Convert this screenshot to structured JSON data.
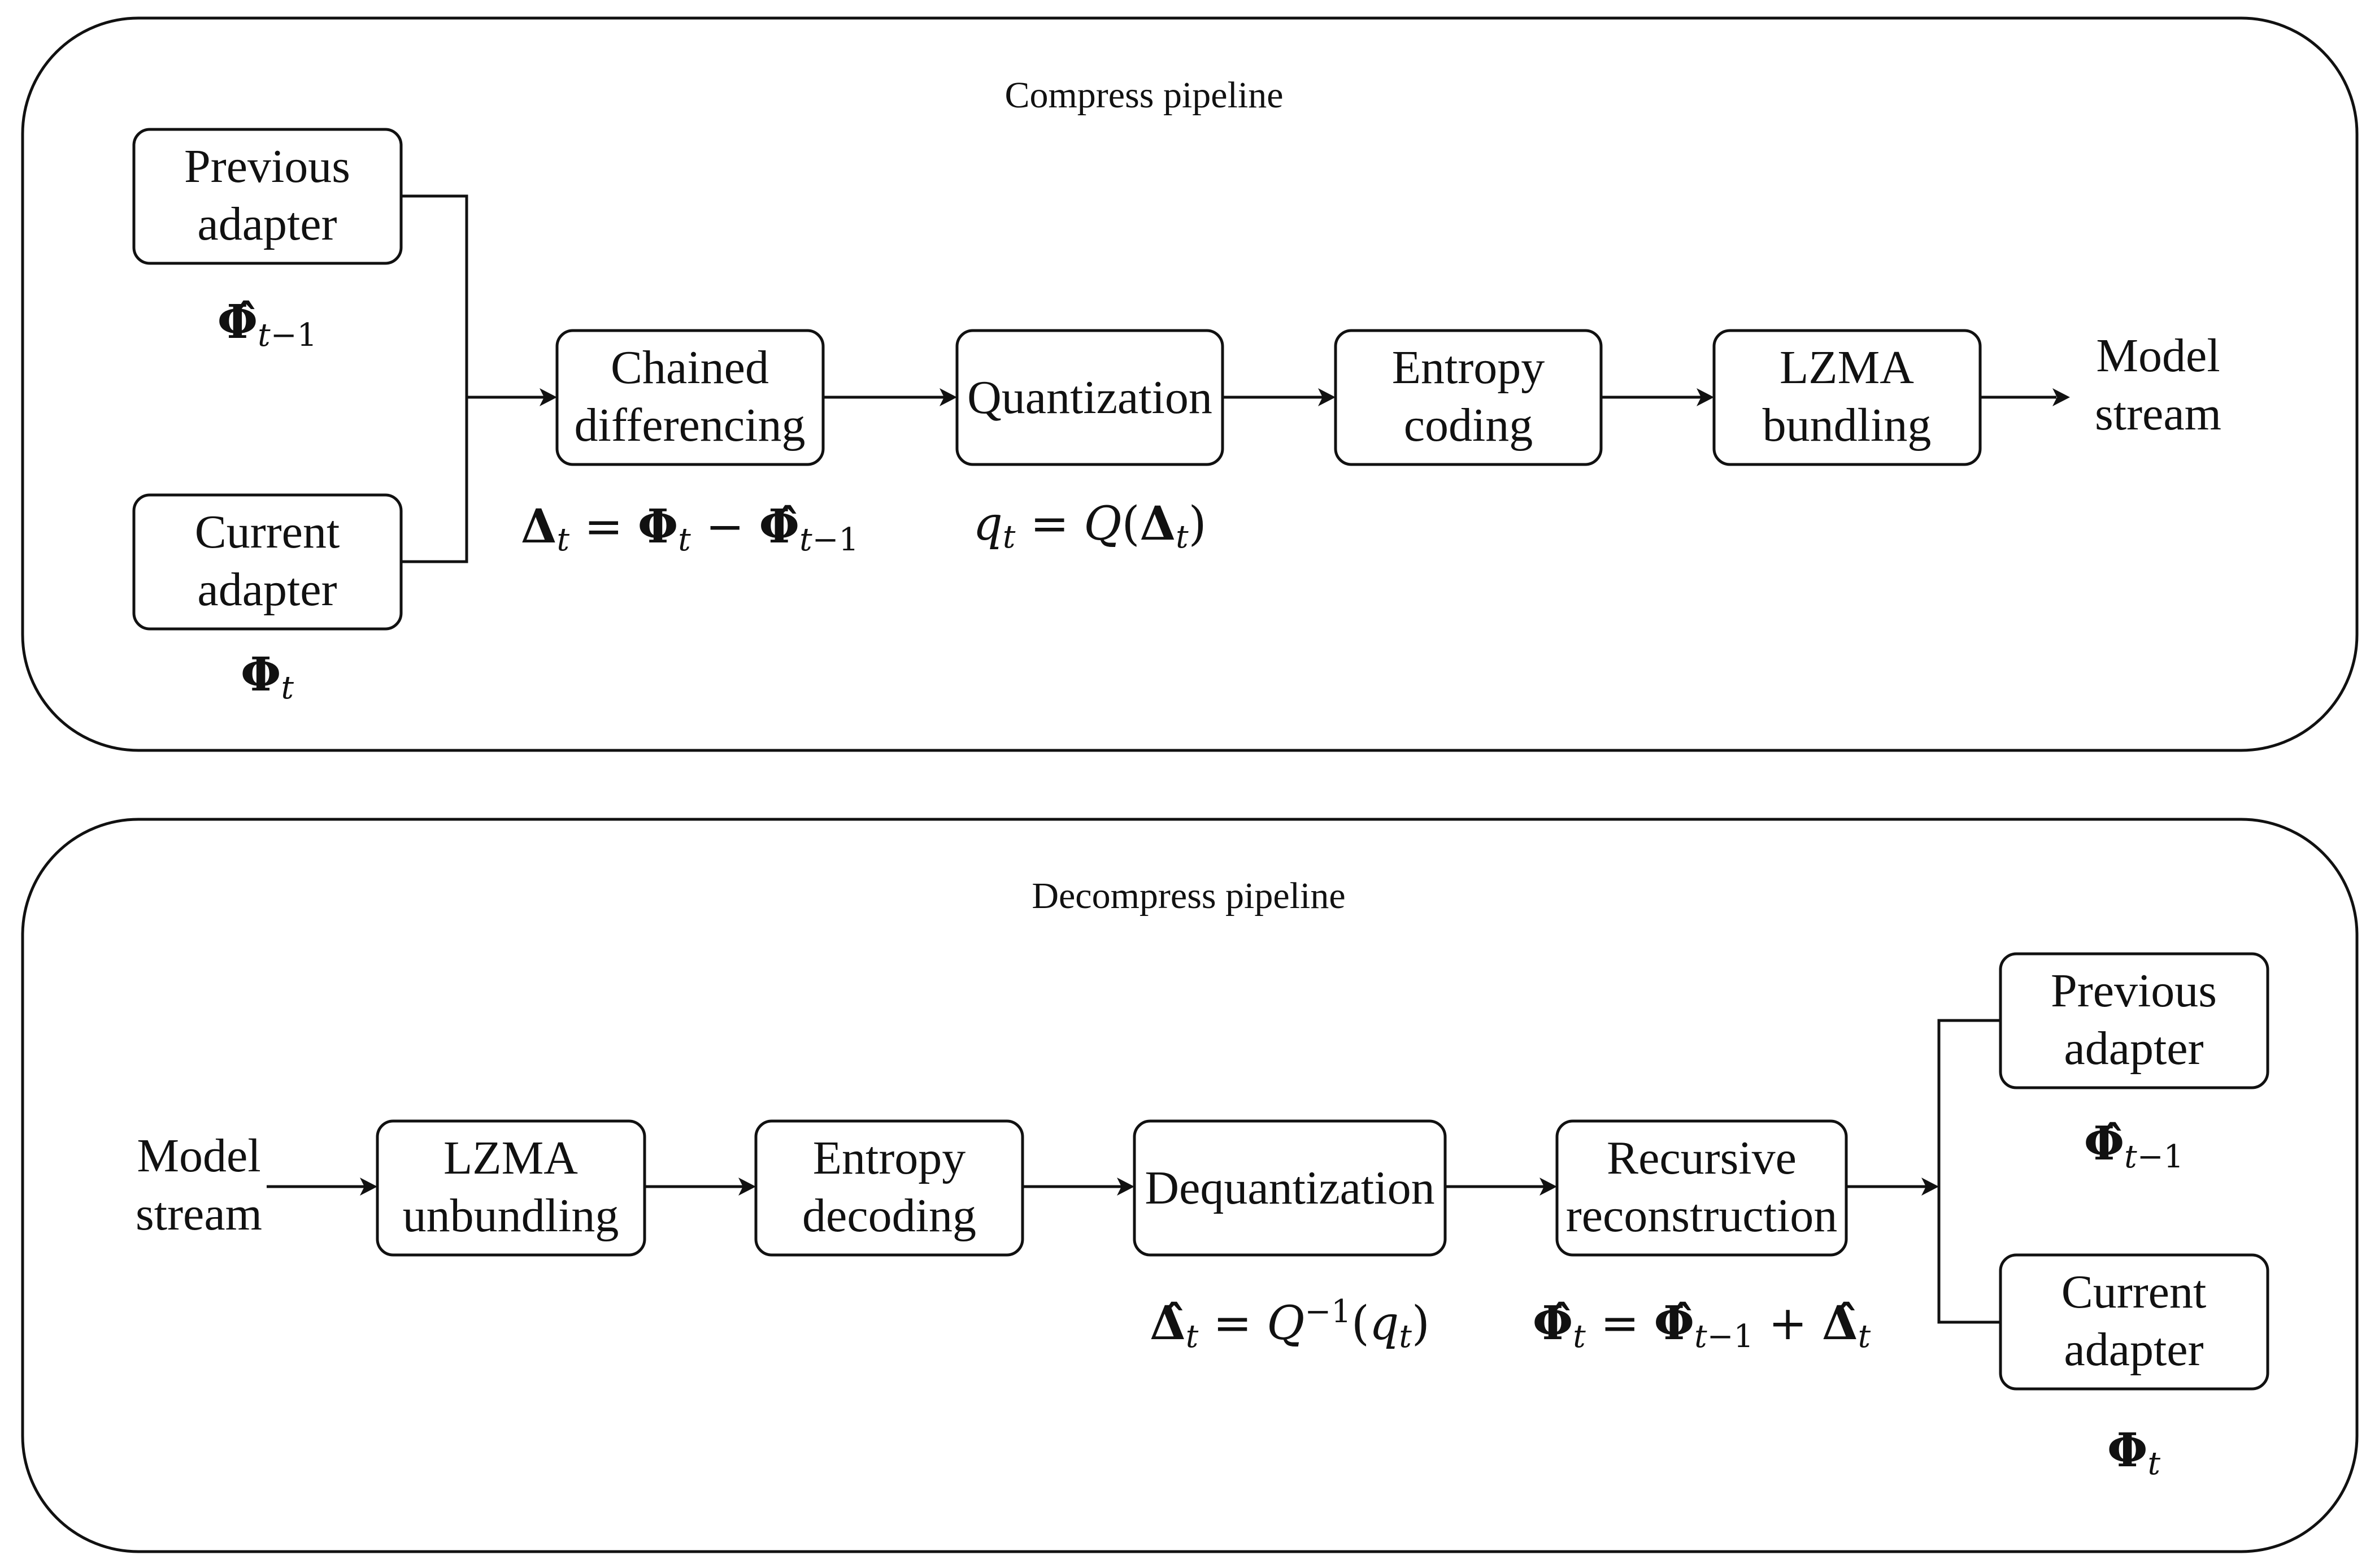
{
  "compress": {
    "title": "Compress pipeline",
    "previous_adapter": {
      "line1": "Previous",
      "line2": "adapter"
    },
    "current_adapter": {
      "line1": "Current",
      "line2": "adapter"
    },
    "chained_differencing": {
      "line1": "Chained",
      "line2": "differencing"
    },
    "quantization": {
      "line1": "Quantization"
    },
    "entropy_coding": {
      "line1": "Entropy",
      "line2": "coding"
    },
    "lzma_bundling": {
      "line1": "LZMA",
      "line2": "bundling"
    },
    "model_stream": {
      "line1": "Model",
      "line2": "stream"
    },
    "formula_prev": "Φ̂_{t−1}",
    "formula_curr": "Φ_t",
    "formula_delta": "Δ_t = Φ_t − Φ̂_{t−1}",
    "formula_quant": "q_t = Q(Δ_t)"
  },
  "decompress": {
    "title": "Decompress pipeline",
    "model_stream": {
      "line1": "Model",
      "line2": "stream"
    },
    "lzma_unbundling": {
      "line1": "LZMA",
      "line2": "unbundling"
    },
    "entropy_decoding": {
      "line1": "Entropy",
      "line2": "decoding"
    },
    "dequantization": {
      "line1": "Dequantization"
    },
    "recursive_reconstruction": {
      "line1": "Recursive",
      "line2": "reconstruction"
    },
    "previous_adapter": {
      "line1": "Previous",
      "line2": "adapter"
    },
    "current_adapter": {
      "line1": "Current",
      "line2": "adapter"
    },
    "formula_dequant": "Δ̂_t = Q^{−1}(q_t)",
    "formula_recon": "Φ̂_t = Φ̂_{t−1} + Δ̂_t",
    "formula_prev": "Φ̂_{t−1}",
    "formula_curr": "Φ_t"
  }
}
